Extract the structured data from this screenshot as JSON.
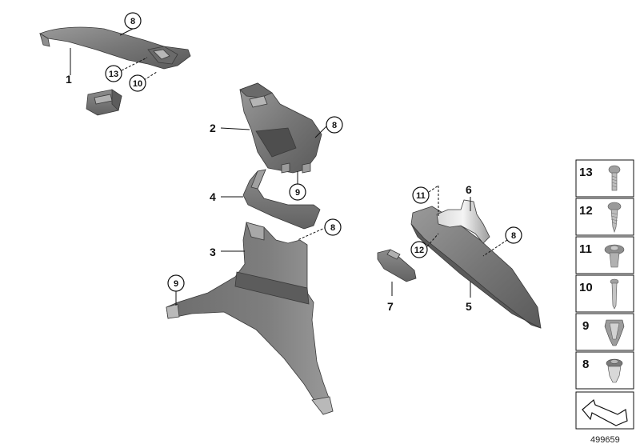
{
  "diagram": {
    "labels": [
      {
        "id": "lbl-1",
        "text": "1"
      },
      {
        "id": "lbl-2",
        "text": "2"
      },
      {
        "id": "lbl-3",
        "text": "3"
      },
      {
        "id": "lbl-4",
        "text": "4"
      },
      {
        "id": "lbl-5",
        "text": "5"
      },
      {
        "id": "lbl-6",
        "text": "6"
      },
      {
        "id": "lbl-7",
        "text": "7"
      }
    ],
    "callouts": [
      {
        "id": "c8a",
        "text": "8"
      },
      {
        "id": "c13",
        "text": "13"
      },
      {
        "id": "c10",
        "text": "10"
      },
      {
        "id": "c8b",
        "text": "8"
      },
      {
        "id": "c9a",
        "text": "9"
      },
      {
        "id": "c8c",
        "text": "8"
      },
      {
        "id": "c9b",
        "text": "9"
      },
      {
        "id": "c11",
        "text": "11"
      },
      {
        "id": "c12",
        "text": "12"
      },
      {
        "id": "c8d",
        "text": "8"
      }
    ],
    "sidebar": [
      "13",
      "12",
      "11",
      "10",
      "9",
      "8"
    ],
    "reference_number": "499659"
  },
  "colors": {
    "part_fill": "#7c7c7c",
    "part_dark": "#5e5e5e",
    "part_light": "#a4a4a4",
    "line": "#111111"
  }
}
